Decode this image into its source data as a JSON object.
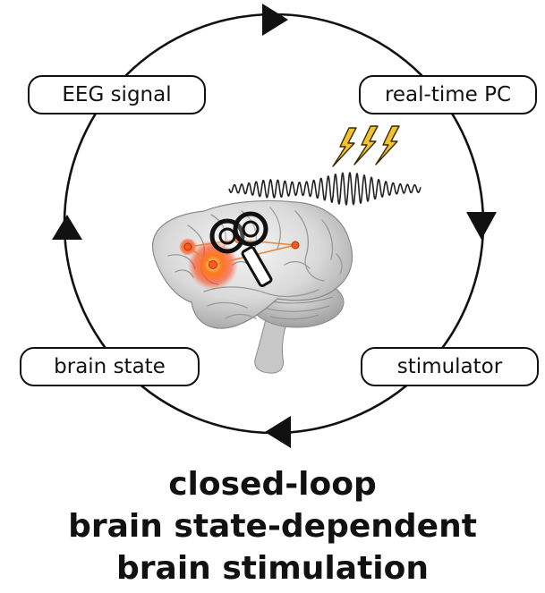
{
  "diagram": {
    "nodes": {
      "eeg_signal": "EEG signal",
      "realtime_pc": "real-time PC",
      "stimulator": "stimulator",
      "brain_state": "brain state"
    },
    "caption": {
      "line1": "closed-loop",
      "line2": "brain state-dependent",
      "line3": "brain stimulation"
    },
    "icons": [
      "lightning-bolt-icon",
      "brain-illustration",
      "tms-coil-icon",
      "eeg-waveform"
    ],
    "colors": {
      "stroke": "#111111",
      "lightning_fill": "#f2c230",
      "activation": "#ff4a1a",
      "coil_link": "#e8843a"
    }
  }
}
